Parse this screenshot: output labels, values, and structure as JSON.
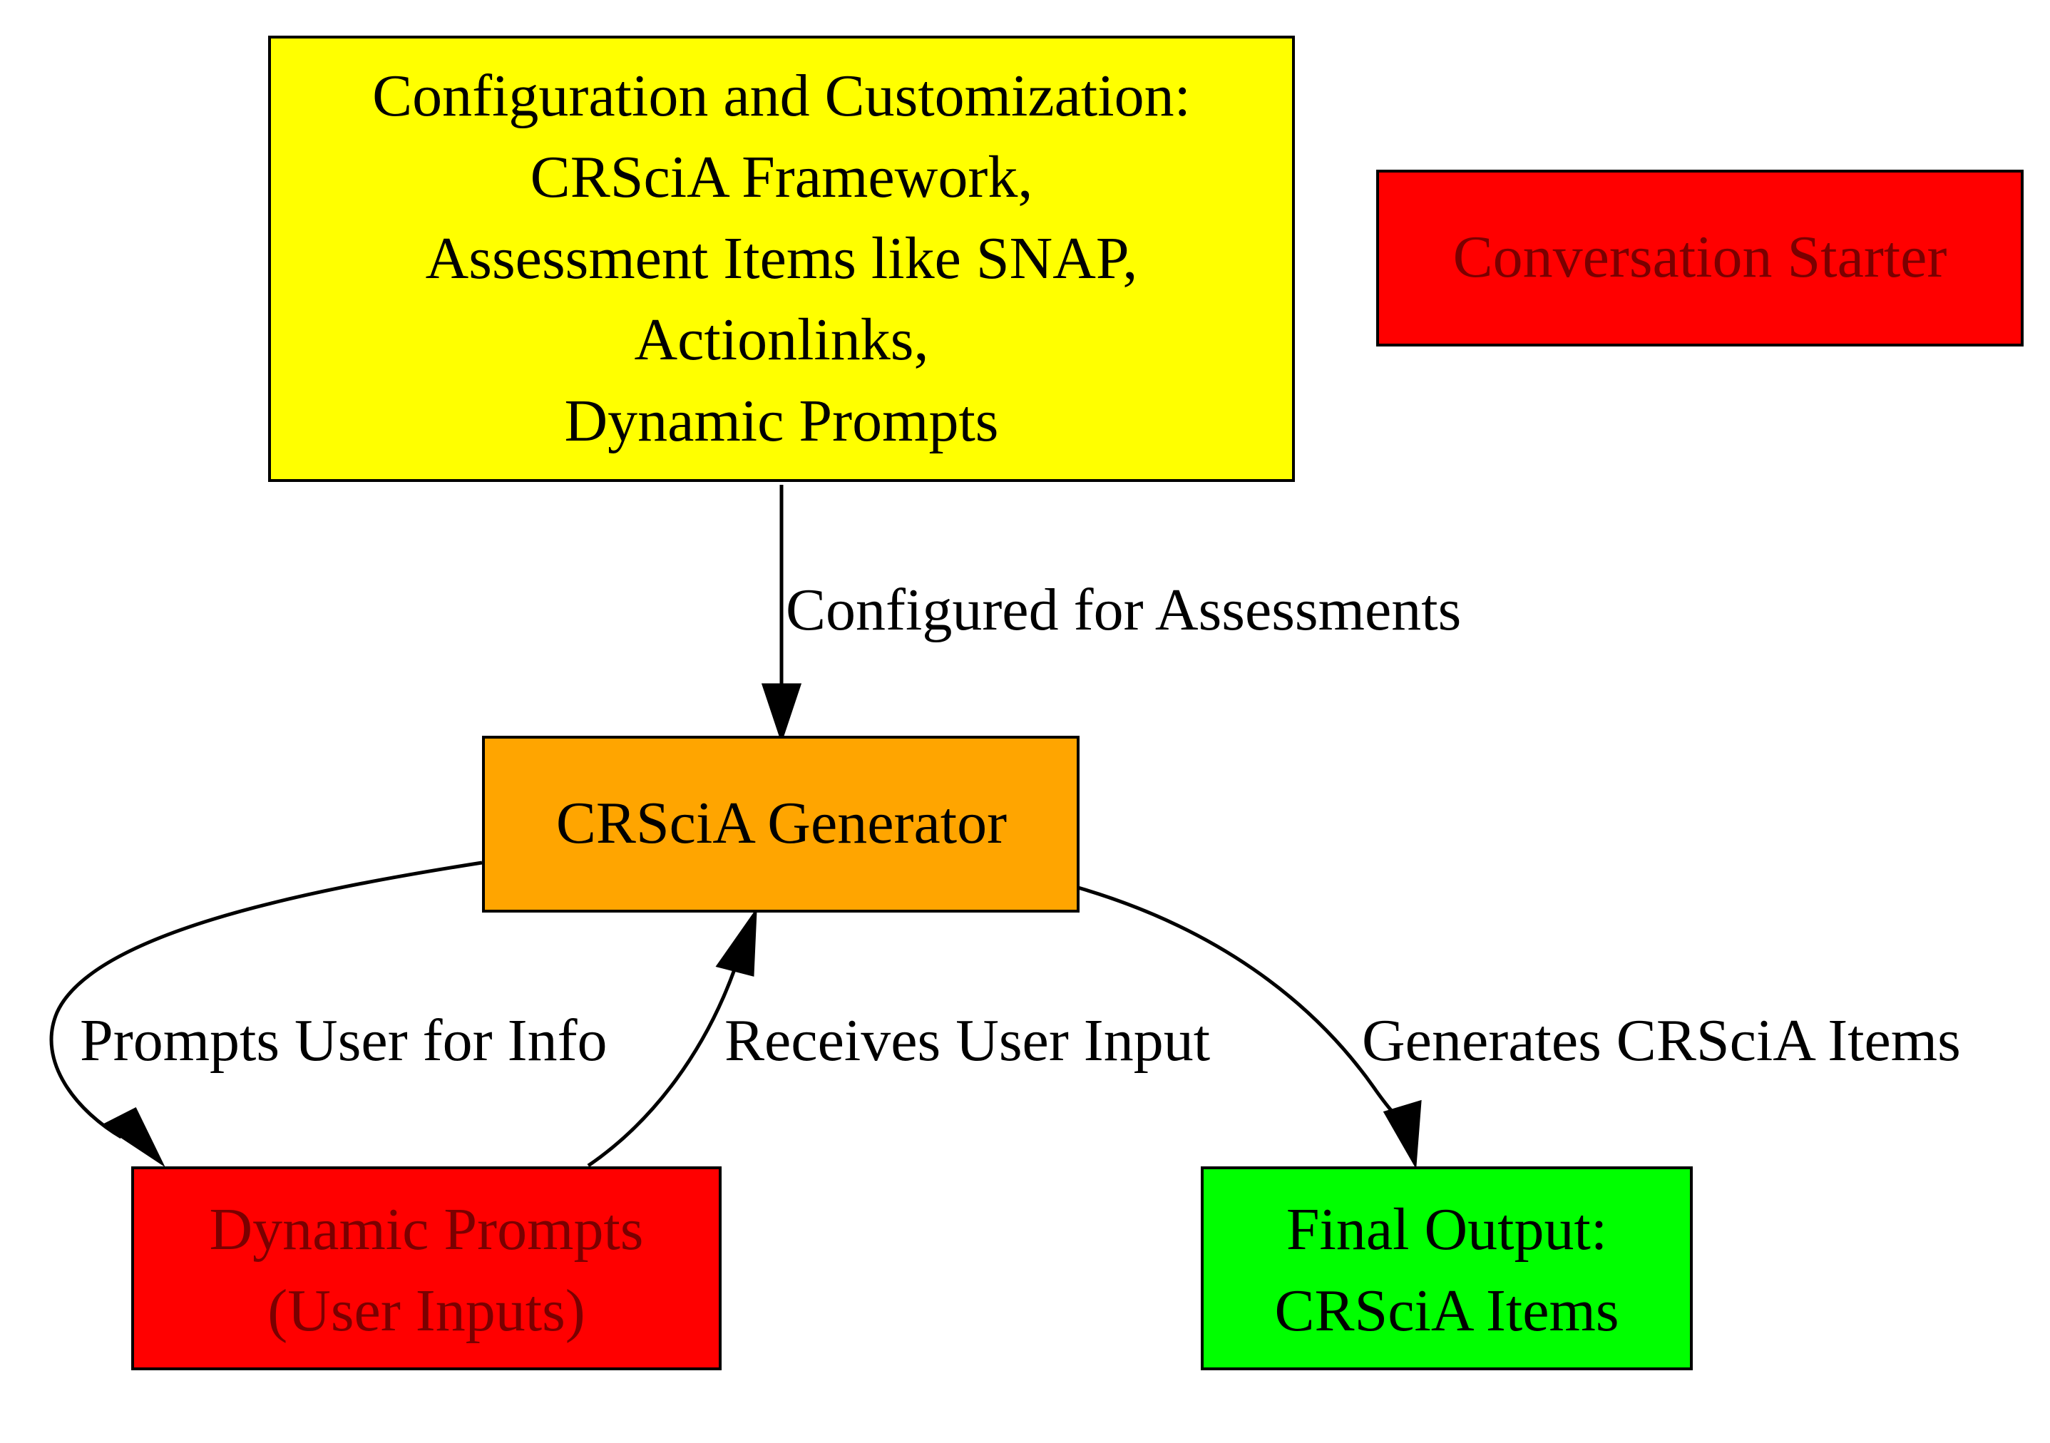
{
  "colors": {
    "config": "#ffff00",
    "generator": "#ffa500",
    "red_node": "#ff0000",
    "red_text": "#7a0000",
    "output": "#00ff00",
    "stroke": "#000000"
  },
  "nodes": {
    "config": {
      "lines": [
        "Configuration and Customization:",
        "CRSciA Framework,",
        "Assessment Items like SNAP,",
        "Actionlinks,",
        "Dynamic Prompts"
      ]
    },
    "starter": {
      "lines": [
        "Conversation Starter"
      ]
    },
    "generator": {
      "lines": [
        "CRSciA Generator"
      ]
    },
    "prompts": {
      "lines": [
        "Dynamic Prompts",
        "(User Inputs)"
      ]
    },
    "output": {
      "lines": [
        "Final Output:",
        "CRSciA Items"
      ]
    }
  },
  "edges": {
    "configured": {
      "label": "Configured for Assessments"
    },
    "prompts_user": {
      "label": "Prompts User for Info"
    },
    "receives": {
      "label": "Receives User Input"
    },
    "generates": {
      "label": "Generates CRSciA Items"
    }
  }
}
